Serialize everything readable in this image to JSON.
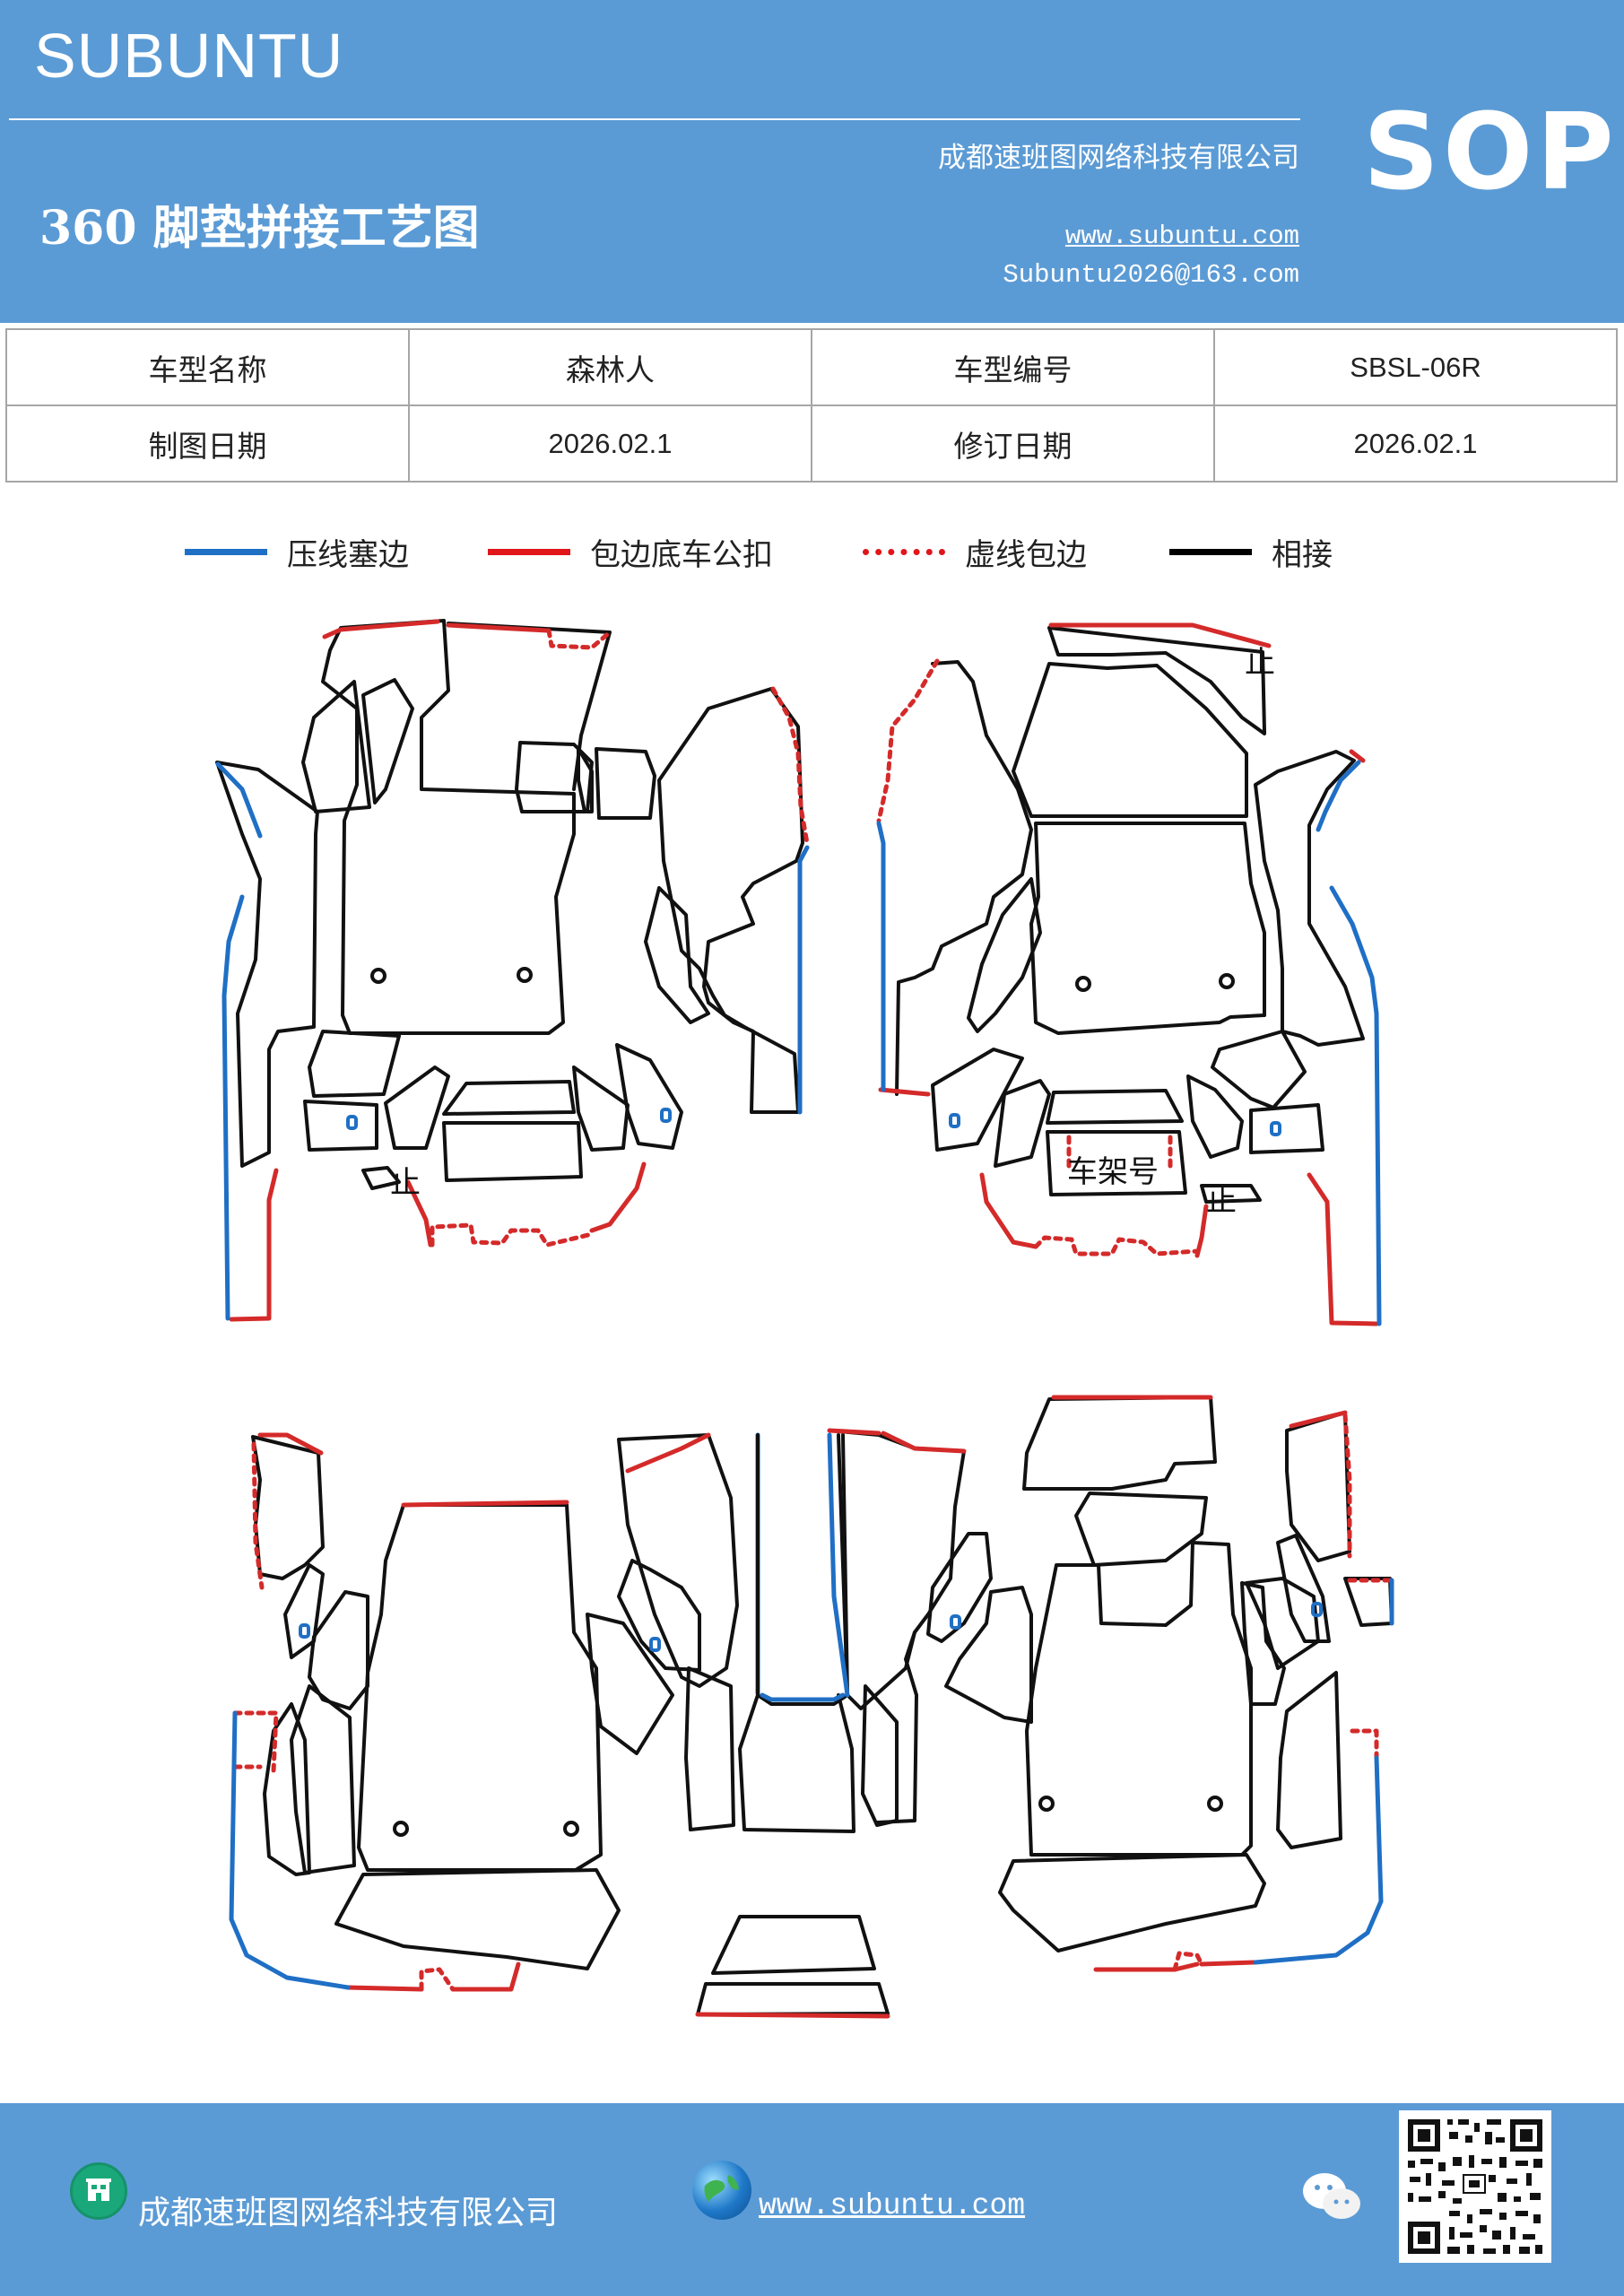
{
  "header": {
    "brand": "SUBUNTU",
    "sop": "SOP",
    "company": "成都速班图网络科技有限公司",
    "title": "360 脚垫拼接工艺图",
    "website": "www.subuntu.com",
    "email": "Subuntu2026@163.com"
  },
  "info_table": {
    "rows": [
      [
        "车型名称",
        "森林人",
        "车型编号",
        "SBSL-06R"
      ],
      [
        "制图日期",
        "2026.02.1",
        "修订日期",
        "2026.02.1"
      ]
    ]
  },
  "legend": [
    {
      "label": "压线塞边",
      "color": "#1f6fc5",
      "style": "solid"
    },
    {
      "label": "包边底车公扣",
      "color": "#e0161a",
      "style": "solid"
    },
    {
      "label": "虚线包边",
      "color": "#e0161a",
      "style": "dotted"
    },
    {
      "label": "相接",
      "color": "#000000",
      "style": "solid"
    }
  ],
  "diagram": {
    "labels": {
      "frame_number": "车架号",
      "stop_mark": "止"
    },
    "colors": {
      "blue": "#1f6fc5",
      "red": "#d42a2a",
      "black": "#111111"
    }
  },
  "footer": {
    "company": "成都速班图网络科技有限公司",
    "website": "www.subuntu.com",
    "icons": [
      "building-icon",
      "globe-icon",
      "wechat-icon",
      "qr-code"
    ]
  }
}
